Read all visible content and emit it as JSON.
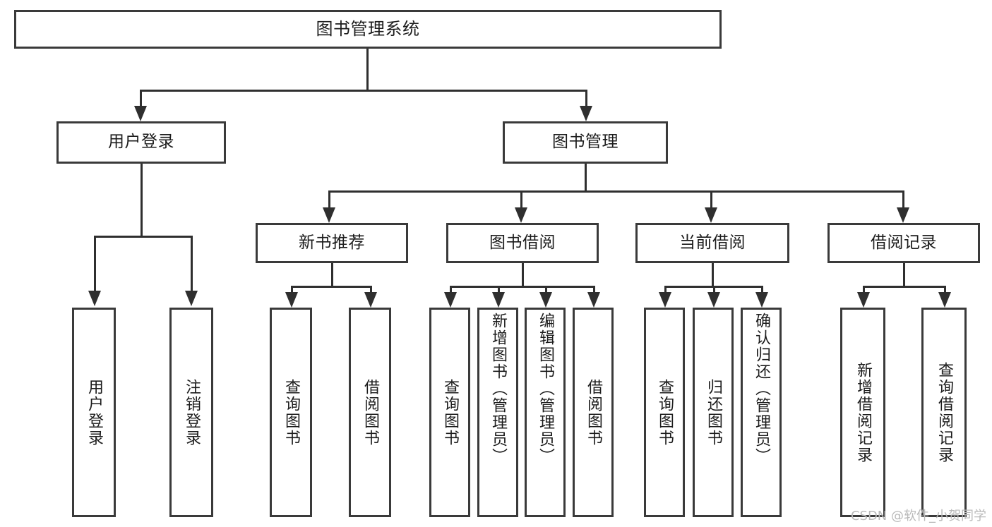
{
  "diagram": {
    "type": "tree-hierarchy",
    "title": "图书管理系统",
    "watermark": "CSDN @软件_小贺同学",
    "colors": {
      "box_border": "#3a3a3a",
      "connector": "#2f2f2f",
      "background": "#ffffff",
      "text": "#1c1c1c",
      "watermark": "#b9b9b9"
    },
    "root": {
      "label": "图书管理系统"
    },
    "level2": [
      {
        "label": "用户登录"
      },
      {
        "label": "图书管理"
      }
    ],
    "level3": [
      {
        "label": "新书推荐"
      },
      {
        "label": "图书借阅"
      },
      {
        "label": "当前借阅"
      },
      {
        "label": "借阅记录"
      }
    ],
    "leaves": {
      "user_login": [
        {
          "label": "用户登录"
        },
        {
          "label": "注销登录"
        }
      ],
      "new_book_recommend": [
        {
          "label": "查询图书"
        },
        {
          "label": "借阅图书"
        }
      ],
      "book_borrow": [
        {
          "label": "查询图书"
        },
        {
          "label": "新增图书（管理员）"
        },
        {
          "label": "编辑图书（管理员）"
        },
        {
          "label": "借阅图书"
        }
      ],
      "current_borrow": [
        {
          "label": "查询图书"
        },
        {
          "label": "归还图书"
        },
        {
          "label": "确认归还（管理员）"
        }
      ],
      "borrow_record": [
        {
          "label": "新增借阅记录"
        },
        {
          "label": "查询借阅记录"
        }
      ]
    }
  }
}
